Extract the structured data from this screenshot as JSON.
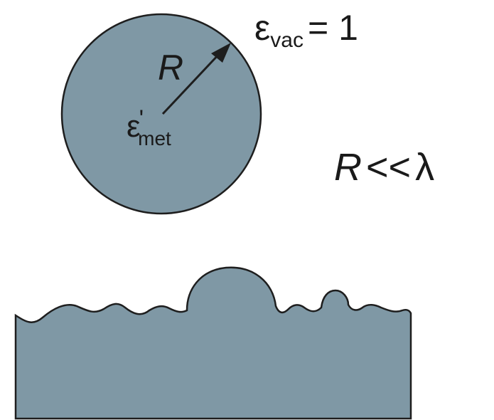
{
  "labels": {
    "eps_vac": {
      "symbol": "ε",
      "subscript": "vac",
      "equals": "= 1"
    },
    "radius": "R",
    "eps_met": {
      "symbol": "ε",
      "prime": "'",
      "subscript": "met"
    },
    "condition": {
      "lhs": "R",
      "relation": "<<",
      "rhs": "λ"
    }
  },
  "colors": {
    "metal_fill": "#7f98a5",
    "outline": "#1e1e1e",
    "background": "#ffffff"
  }
}
